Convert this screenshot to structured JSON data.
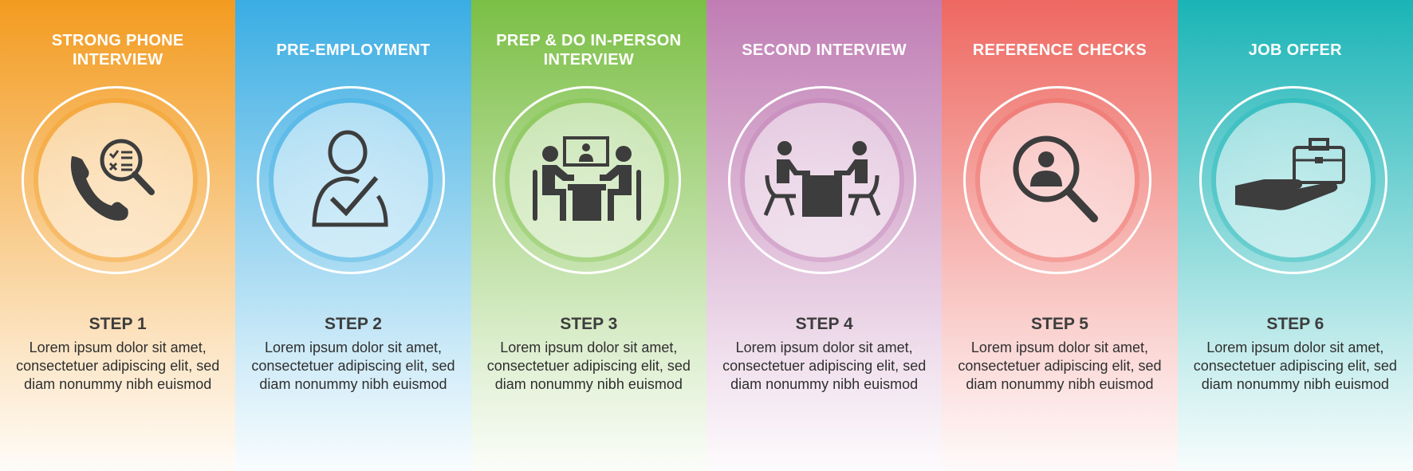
{
  "steps": [
    {
      "title": "STRONG PHONE INTERVIEW",
      "step": "STEP 1",
      "text": "Lorem ipsum dolor sit amet, consectetuer adipiscing elit, sed diam nonummy nibh euismod",
      "icon": "phone-search-icon",
      "color": "#f39b1f"
    },
    {
      "title": "PRE-EMPLOYMENT",
      "step": "STEP 2",
      "text": "Lorem ipsum dolor sit amet, consectetuer adipiscing elit, sed diam nonummy nibh euismod",
      "icon": "user-check-icon",
      "color": "#3aade3"
    },
    {
      "title": "PREP & DO IN-PERSON INTERVIEW",
      "step": "STEP 3",
      "text": "Lorem ipsum dolor sit amet, consectetuer adipiscing elit, sed diam nonummy nibh euismod",
      "icon": "video-meeting-icon",
      "color": "#7bbf45"
    },
    {
      "title": "SECOND INTERVIEW",
      "step": "STEP 4",
      "text": "Lorem ipsum dolor sit amet, consectetuer adipiscing elit, sed diam nonummy nibh euismod",
      "icon": "interview-table-icon",
      "color": "#c07db4"
    },
    {
      "title": "REFERENCE CHECKS",
      "step": "STEP 5",
      "text": "Lorem ipsum dolor sit amet, consectetuer adipiscing elit, sed diam nonummy nibh euismod",
      "icon": "person-search-icon",
      "color": "#ee6861"
    },
    {
      "title": "JOB OFFER",
      "step": "STEP 6",
      "text": "Lorem ipsum dolor sit amet, consectetuer adipiscing elit, sed diam nonummy nibh euismod",
      "icon": "hand-briefcase-icon",
      "color": "#1ab4b6"
    }
  ]
}
